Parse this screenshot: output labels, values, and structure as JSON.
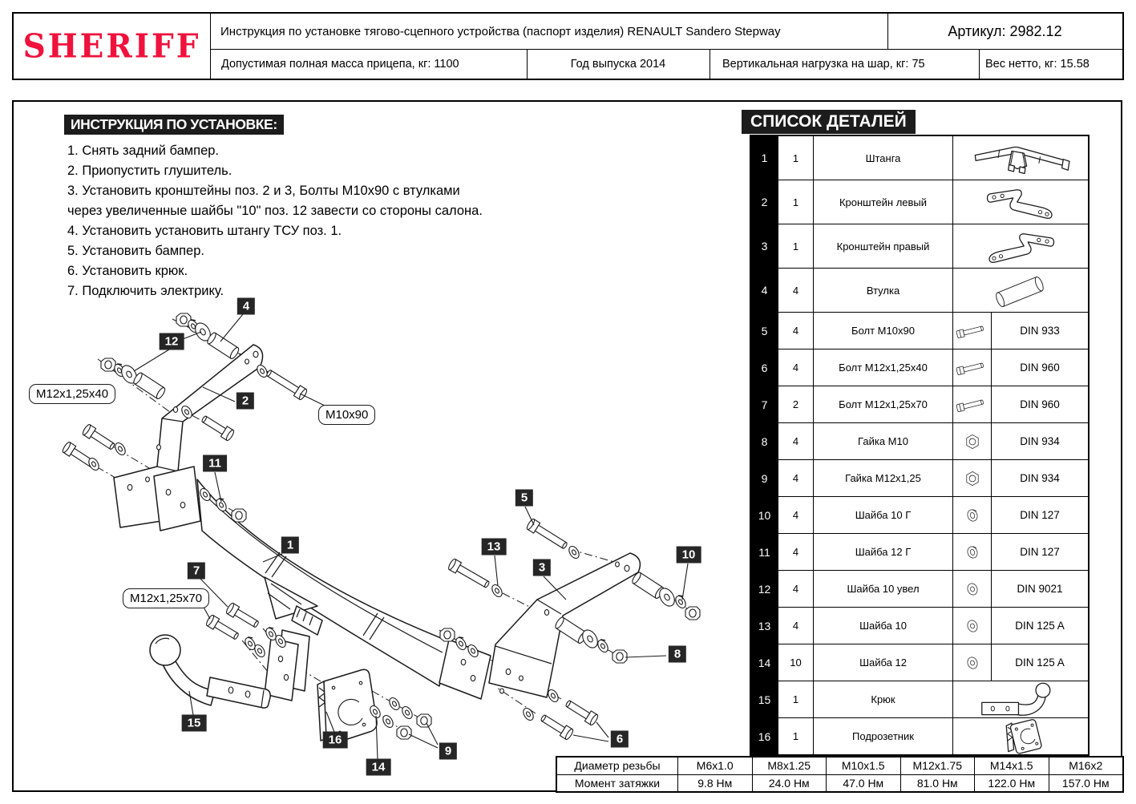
{
  "header": {
    "logo": "SHERIFF",
    "logo_color": "#f0123c",
    "title": "Инструкция по установке тягово-сцепного устройства (паспорт изделия) RENAULT Sandero Stepway",
    "article": "Артикул:  2982.12",
    "trailer_mass": "Допустимая полная масса прицепа, кг: 1100",
    "year": "Год выпуска 2014",
    "vertical_load": "Вертикальная нагрузка на шар, кг: 75",
    "net_weight": "Вес нетто, кг: 15.58"
  },
  "instructions": {
    "title": "ИНСТРУКЦИЯ ПО УСТАНОВКЕ:",
    "items": [
      "1. Снять задний бампер.",
      "2. Приопустить глушитель.",
      "3. Установить кронштейны поз. 2 и 3, Болты М10х90 с втулками\nчерез увеличенные шайбы \"10\" поз. 12 завести со стороны салона.",
      "4. Установить установить штангу ТСУ поз. 1.",
      "5. Установить бампер.",
      "6. Установить крюк.",
      "7. Подключить электрику."
    ]
  },
  "parts_table": {
    "title": "СПИСОК ДЕТАЛЕЙ",
    "rows": [
      {
        "num": "1",
        "qty": "1",
        "name": "Штанга",
        "icon": "beam",
        "din": ""
      },
      {
        "num": "2",
        "qty": "1",
        "name": "Кронштейн левый",
        "icon": "bracket-left",
        "din": ""
      },
      {
        "num": "3",
        "qty": "1",
        "name": "Кронштейн правый",
        "icon": "bracket-right",
        "din": ""
      },
      {
        "num": "4",
        "qty": "4",
        "name": "Втулка",
        "icon": "sleeve",
        "din": ""
      },
      {
        "num": "5",
        "qty": "4",
        "name": "Болт М10х90",
        "icon": "bolt",
        "din": "DIN 933"
      },
      {
        "num": "6",
        "qty": "4",
        "name": "Болт М12х1,25х40",
        "icon": "bolt",
        "din": "DIN 960"
      },
      {
        "num": "7",
        "qty": "2",
        "name": "Болт М12х1,25х70",
        "icon": "bolt",
        "din": "DIN 960"
      },
      {
        "num": "8",
        "qty": "4",
        "name": "Гайка М10",
        "icon": "nut",
        "din": "DIN 934"
      },
      {
        "num": "9",
        "qty": "4",
        "name": "Гайка М12х1,25",
        "icon": "nut",
        "din": "DIN 934"
      },
      {
        "num": "10",
        "qty": "4",
        "name": "Шайба 10 Г",
        "icon": "spring",
        "din": "DIN 127"
      },
      {
        "num": "11",
        "qty": "4",
        "name": "Шайба 12 Г",
        "icon": "spring",
        "din": "DIN 127"
      },
      {
        "num": "12",
        "qty": "4",
        "name": "Шайба 10 увел",
        "icon": "washer",
        "din": "DIN 9021"
      },
      {
        "num": "13",
        "qty": "4",
        "name": "Шайба 10",
        "icon": "washer",
        "din": "DIN 125 A"
      },
      {
        "num": "14",
        "qty": "10",
        "name": "Шайба 12",
        "icon": "washer",
        "din": "DIN 125 A"
      },
      {
        "num": "15",
        "qty": "1",
        "name": "Крюк",
        "icon": "hook",
        "din": ""
      },
      {
        "num": "16",
        "qty": "1",
        "name": "Подрозетник",
        "icon": "socket",
        "din": ""
      }
    ]
  },
  "torque_table": {
    "row1_label": "Диаметр резьбы",
    "row2_label": "Момент затяжки",
    "columns": [
      "M6x1.0",
      "M8x1.25",
      "M10x1.5",
      "M12x1.75",
      "M14x1.5",
      "M16x2"
    ],
    "torques": [
      "9.8 Нм",
      "24.0 Нм",
      "47.0 Нм",
      "81.0 Нм",
      "122.0 Нм",
      "157.0 Нм"
    ]
  },
  "diagram": {
    "labels": [
      {
        "text": "4"
      },
      {
        "text": "12"
      },
      {
        "text": "2"
      },
      {
        "text": "11"
      },
      {
        "text": "1"
      },
      {
        "text": "7"
      },
      {
        "text": "5"
      },
      {
        "text": "13"
      },
      {
        "text": "3"
      },
      {
        "text": "10"
      },
      {
        "text": "8"
      },
      {
        "text": "15"
      },
      {
        "text": "16"
      },
      {
        "text": "14"
      },
      {
        "text": "9"
      },
      {
        "text": "6"
      }
    ],
    "callouts": [
      {
        "text": "М12х1,25х40"
      },
      {
        "text": "М10х90"
      },
      {
        "text": "М12х1,25х70"
      }
    ]
  }
}
